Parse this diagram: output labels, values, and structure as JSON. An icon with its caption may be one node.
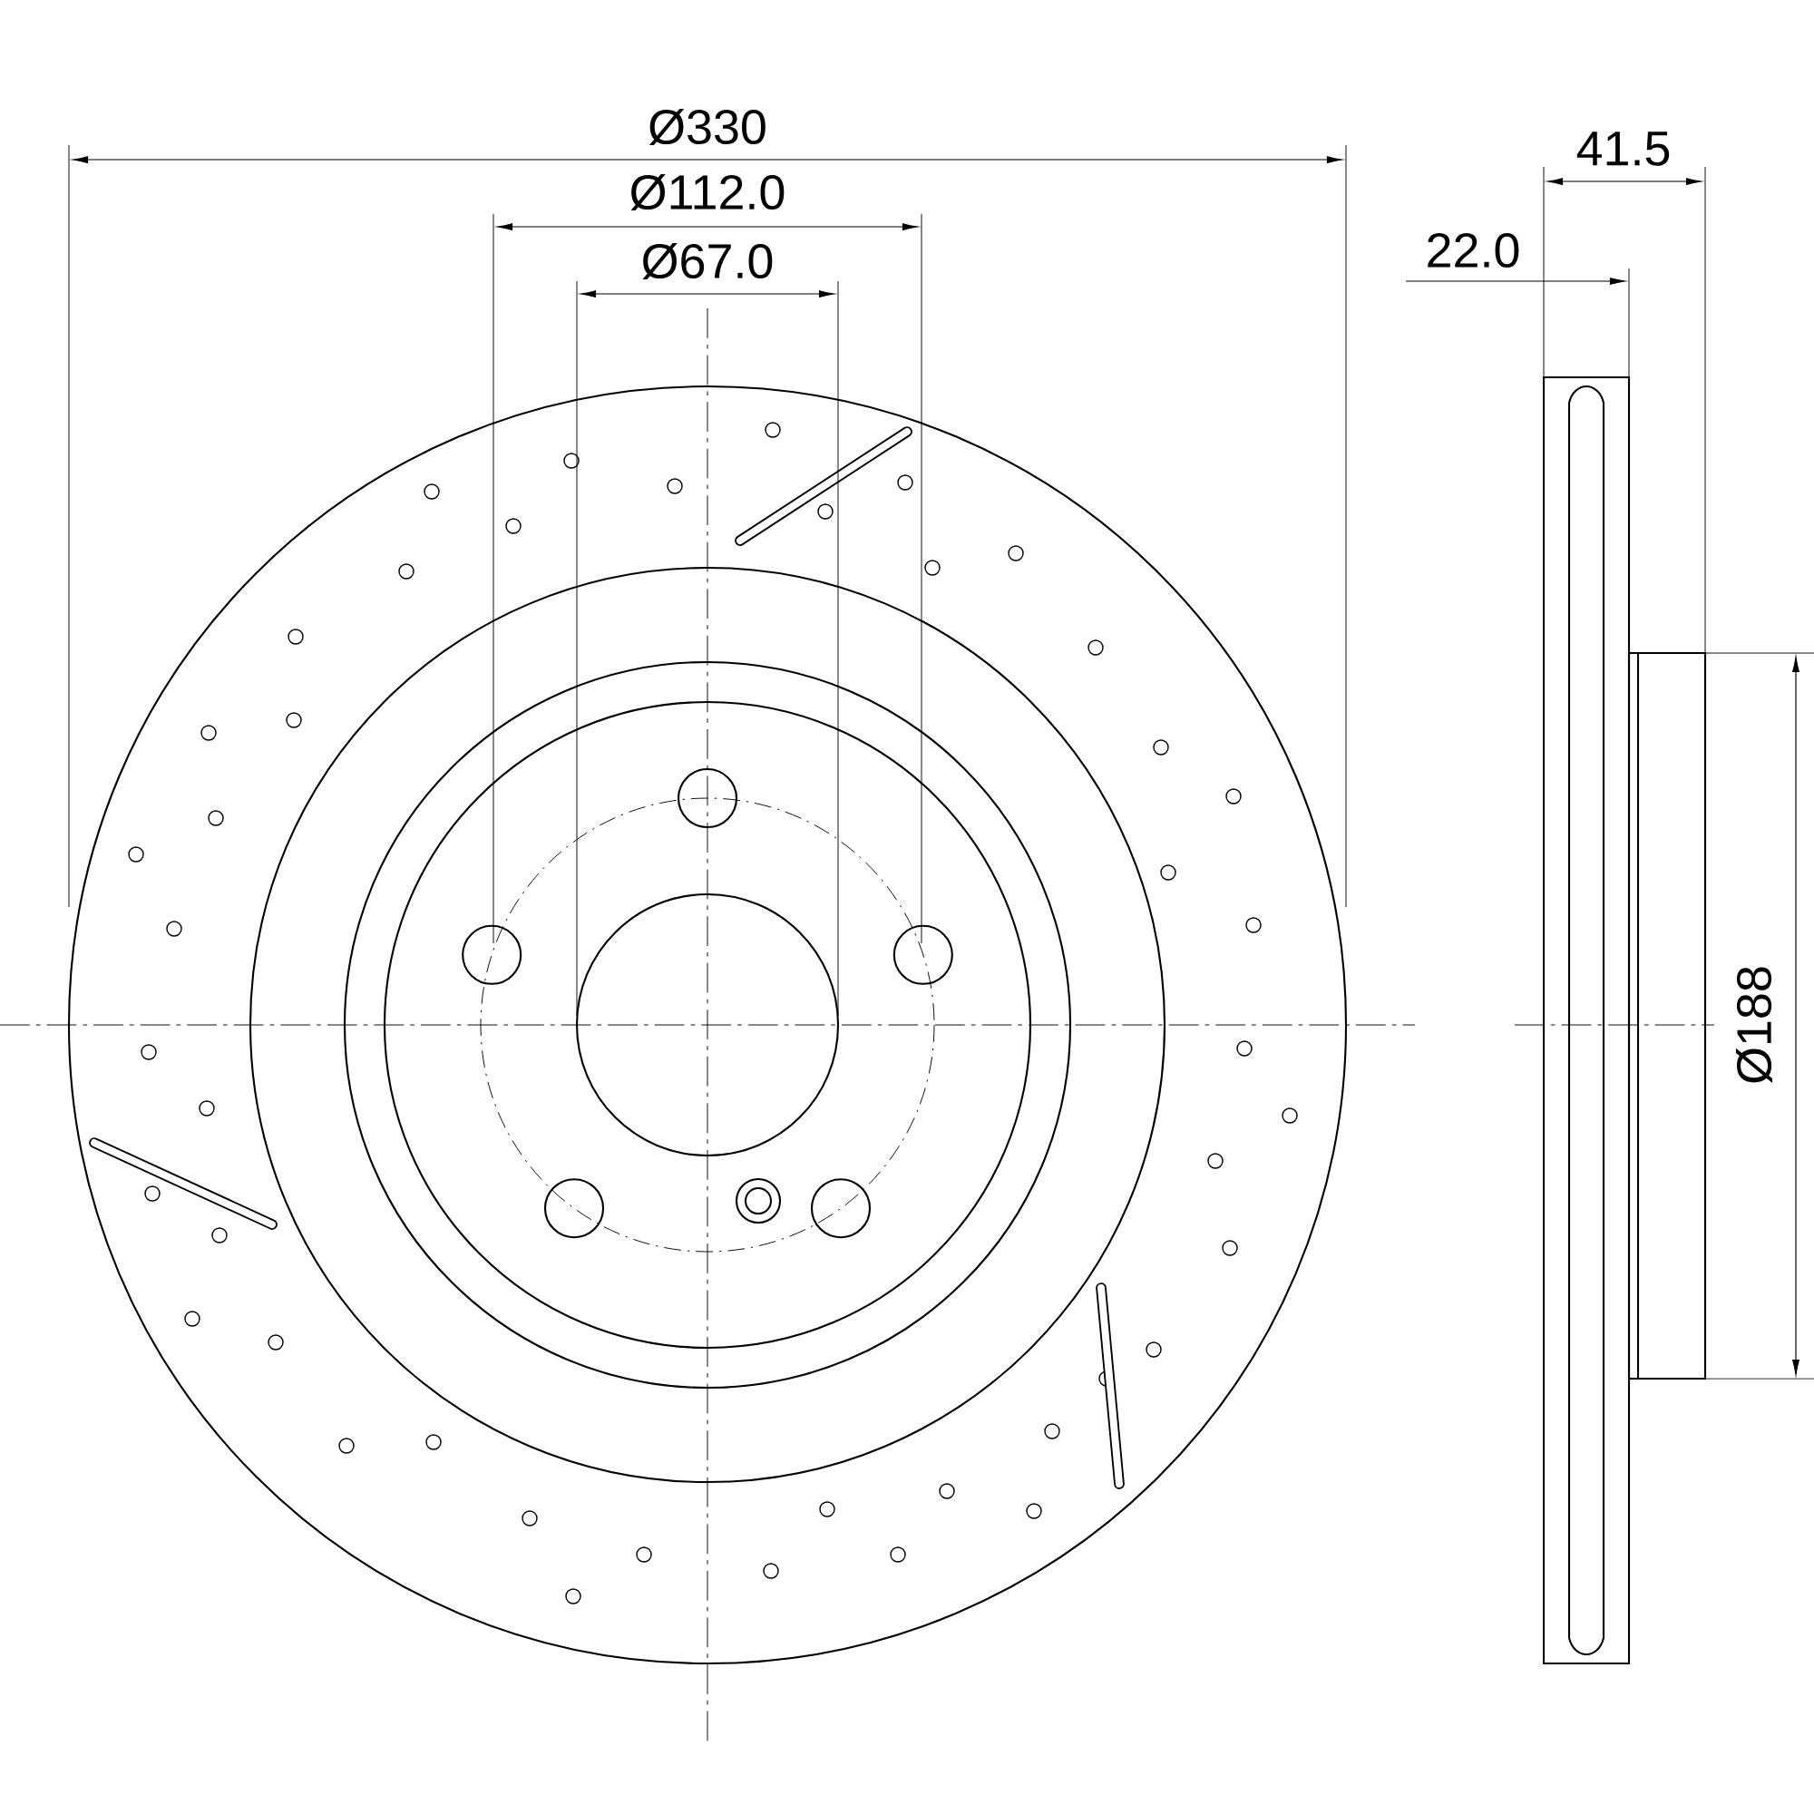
{
  "diagram": {
    "labels": [
      "Ø330",
      "Ø112.0",
      "Ø67.0",
      "41.5",
      "22.0",
      "Ø188"
    ]
  }
}
